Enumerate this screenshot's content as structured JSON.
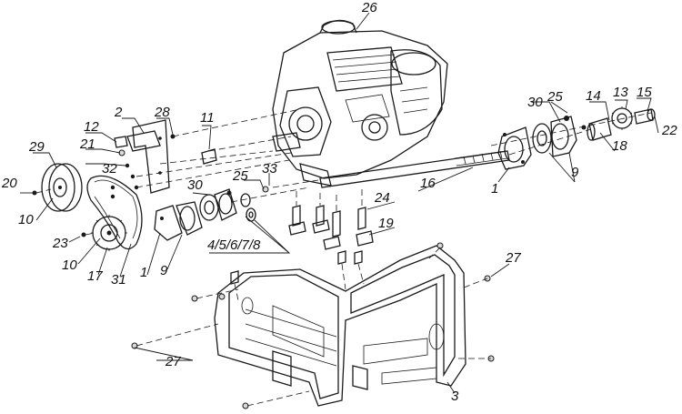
{
  "diagram": {
    "callouts": {
      "c26": "26",
      "c30a": "30",
      "c25a": "25",
      "c14": "14",
      "c13": "13",
      "c15": "15",
      "c22": "22",
      "c18": "18",
      "c9a": "9",
      "c1a": "1",
      "c16": "16",
      "c2": "2",
      "c28": "28",
      "c11": "11",
      "c12": "12",
      "c21": "21",
      "c32": "32",
      "c29": "29",
      "c20": "20",
      "c10a": "10",
      "c25b": "25",
      "c33": "33",
      "c30b": "30",
      "c24": "24",
      "c19": "19",
      "c23": "23",
      "c10b": "10",
      "c17": "17",
      "c31": "31",
      "c1b": "1",
      "c9b": "9",
      "c4to8": "4/5/6/7/8",
      "c27a": "27",
      "c27b": "27",
      "c3": "3"
    }
  }
}
